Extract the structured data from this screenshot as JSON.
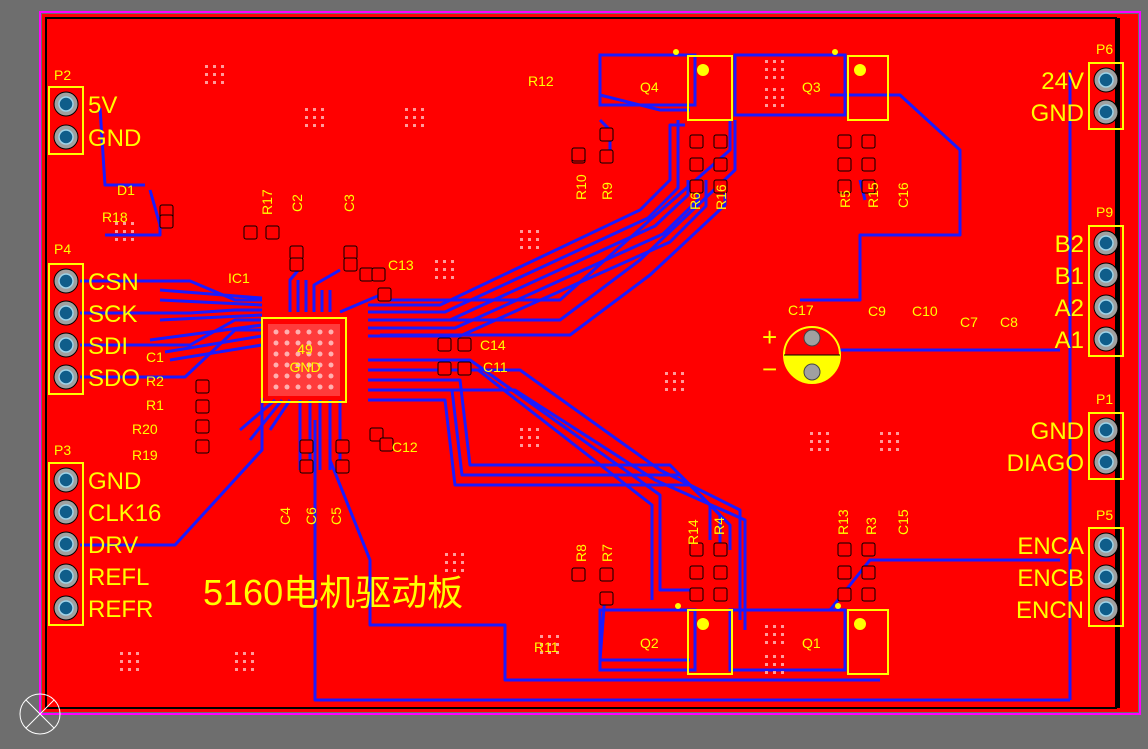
{
  "board": {
    "title": "5160电机驱动板",
    "colors": {
      "background": "#6e6e6e",
      "copper_top": "#ff0000",
      "copper_bottom": "#1a1aff",
      "silkscreen": "#ffff00",
      "outline": "#ff00ff",
      "pad": "#a0a0a0"
    }
  },
  "connectors": {
    "P2": {
      "ref": "P2",
      "labels": [
        "5V",
        "GND"
      ]
    },
    "P4": {
      "ref": "P4",
      "labels": [
        "CSN",
        "SCK",
        "SDI",
        "SDO"
      ]
    },
    "P3": {
      "ref": "P3",
      "labels": [
        "GND",
        "CLK16",
        "DRV",
        "REFL",
        "REFR"
      ]
    },
    "P6": {
      "ref": "P6",
      "labels": [
        "24V",
        "GND"
      ]
    },
    "P9": {
      "ref": "P9",
      "labels": [
        "B2",
        "B1",
        "A2",
        "A1"
      ]
    },
    "P1": {
      "ref": "P1",
      "labels": [
        "GND",
        "DIAGO"
      ]
    },
    "P5": {
      "ref": "P5",
      "labels": [
        "ENCA",
        "ENCB",
        "ENCN"
      ]
    }
  },
  "components": {
    "IC1": "IC1",
    "gnd_pad": "GND",
    "pad49": "49",
    "D1": "D1",
    "R1": "R1",
    "R2": "R2",
    "R3": "R3",
    "R4": "R4",
    "R5": "R5",
    "R6": "R6",
    "R7": "R7",
    "R8": "R8",
    "R9": "R9",
    "R10": "R10",
    "R11": "R11",
    "R12": "R12",
    "R13": "R13",
    "R14": "R14",
    "R15": "R15",
    "R16": "R16",
    "R17": "R17",
    "R18": "R18",
    "R19": "R19",
    "R20": "R20",
    "C1": "C1",
    "C2": "C2",
    "C3": "C3",
    "C4": "C4",
    "C5": "C5",
    "C6": "C6",
    "C7": "C7",
    "C8": "C8",
    "C9": "C9",
    "C10": "C10",
    "C11": "C11",
    "C12": "C12",
    "C13": "C13",
    "C14": "C14",
    "C15": "C15",
    "C16": "C16",
    "C17": "C17",
    "Q1": "Q1",
    "Q2": "Q2",
    "Q3": "Q3",
    "Q4": "Q4",
    "cap_plus": "+",
    "cap_minus": "−"
  }
}
